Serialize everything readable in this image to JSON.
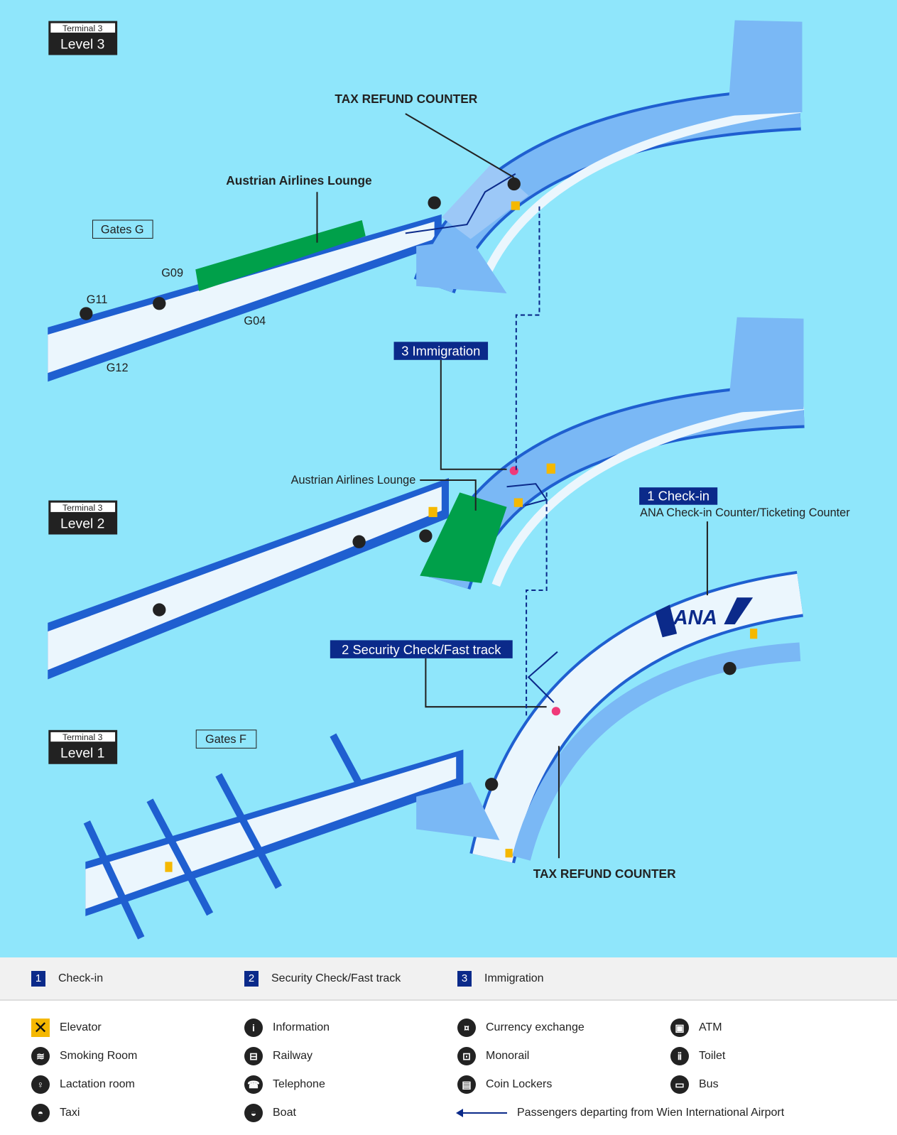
{
  "levels": [
    {
      "terminal": "Terminal 3",
      "level": "Level 3"
    },
    {
      "terminal": "Terminal 3",
      "level": "Level 2"
    },
    {
      "terminal": "Terminal 3",
      "level": "Level 1"
    }
  ],
  "level3": {
    "tax_refund": "TAX REFUND COUNTER",
    "lounge": "Austrian Airlines Lounge",
    "gates_box": "Gates G",
    "gates": [
      "G09",
      "G11",
      "G12",
      "G04"
    ]
  },
  "level2": {
    "immigration_badge": "3 Immigration",
    "lounge": "Austrian Airlines Lounge"
  },
  "level1": {
    "checkin_badge": "1 Check-in",
    "checkin_sub": "ANA Check-in Counter/Ticketing Counter",
    "ana_logo": "ANA",
    "security_badge": "2 Security Check/Fast track",
    "gates_box": "Gates F",
    "tax_refund": "TAX REFUND COUNTER"
  },
  "colors": {
    "water": "#8fe6fb",
    "floor": "#ebf6fd",
    "wall": "#1f5fd0",
    "block": "#7ab8f5",
    "lounge": "#00a04a",
    "navy": "#0b2a8a",
    "elevator": "#f5b800",
    "security": "#f03a7a"
  },
  "legend": {
    "steps": [
      {
        "num": "1",
        "label": "Check-in"
      },
      {
        "num": "2",
        "label": "Security Check/Fast track"
      },
      {
        "num": "3",
        "label": "Immigration"
      }
    ],
    "icons": [
      {
        "icon": "elevator-icon",
        "glyph": "✕",
        "label": "Elevator"
      },
      {
        "icon": "information-icon",
        "glyph": "i",
        "label": "Information"
      },
      {
        "icon": "currency-exchange-icon",
        "glyph": "¤",
        "label": "Currency exchange"
      },
      {
        "icon": "atm-icon",
        "glyph": "▣",
        "label": "ATM"
      },
      {
        "icon": "smoking-room-icon",
        "glyph": "≋",
        "label": "Smoking Room"
      },
      {
        "icon": "railway-icon",
        "glyph": "⊟",
        "label": "Railway"
      },
      {
        "icon": "monorail-icon",
        "glyph": "⊡",
        "label": "Monorail"
      },
      {
        "icon": "toilet-icon",
        "glyph": "ⅱ",
        "label": "Toilet"
      },
      {
        "icon": "lactation-room-icon",
        "glyph": "♀",
        "label": "Lactation room"
      },
      {
        "icon": "telephone-icon",
        "glyph": "☎",
        "label": "Telephone"
      },
      {
        "icon": "coin-lockers-icon",
        "glyph": "▤",
        "label": "Coin Lockers"
      },
      {
        "icon": "bus-icon",
        "glyph": "▭",
        "label": "Bus"
      },
      {
        "icon": "taxi-icon",
        "glyph": "◓",
        "label": "Taxi"
      },
      {
        "icon": "boat-icon",
        "glyph": "◒",
        "label": "Boat"
      }
    ],
    "route_label": "Passengers departing from Wien International Airport"
  }
}
